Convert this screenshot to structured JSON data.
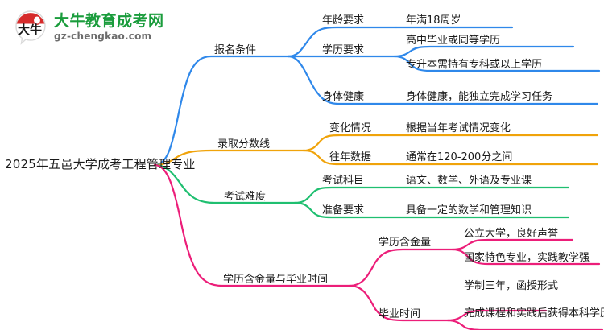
{
  "logo": {
    "mark_name": "daniu-logo-mark",
    "title": "大牛教育成考网",
    "subtitle": "gz-chengkao.com",
    "title_color": "#1a9c3c",
    "mark_color": "#d62b2b"
  },
  "mindmap": {
    "root": "2025年五邑大学成考工程管理专业",
    "colors": {
      "blue": "#2f88ea",
      "orange": "#f0a30a",
      "green": "#1fbf70",
      "pink": "#ec1e79"
    },
    "branches": [
      {
        "label": "报名条件",
        "color": "#2f88ea",
        "children": [
          {
            "label": "年龄要求",
            "leaves": [
              "年满18周岁"
            ]
          },
          {
            "label": "学历要求",
            "leaves": [
              "高中毕业或同等学历",
              "专升本需持有专科或以上学历"
            ]
          },
          {
            "label": "身体健康",
            "leaves": [
              "身体健康，能独立完成学习任务"
            ]
          }
        ]
      },
      {
        "label": "录取分数线",
        "color": "#f0a30a",
        "children": [
          {
            "label": "变化情况",
            "leaves": [
              "根据当年考试情况变化"
            ]
          },
          {
            "label": "往年数据",
            "leaves": [
              "通常在120-200分之间"
            ]
          }
        ]
      },
      {
        "label": "考试难度",
        "color": "#1fbf70",
        "children": [
          {
            "label": "考试科目",
            "leaves": [
              "语文、数学、外语及专业课"
            ]
          },
          {
            "label": "准备要求",
            "leaves": [
              "具备一定的数学和管理知识"
            ]
          }
        ]
      },
      {
        "label": "学历含金量与毕业时间",
        "color": "#ec1e79",
        "children": [
          {
            "label": "学历含金量",
            "leaves": [
              "公立大学，良好声誉",
              "国家特色专业，实践教学强"
            ]
          },
          {
            "label": "毕业时间",
            "leaves": [
              "学制三年，函授形式",
              "完成课程和实践后获得本科学历"
            ]
          }
        ]
      }
    ]
  },
  "labels": {
    "b0": "报名条件",
    "b0c0": "年龄要求",
    "b0c0l0": "年满18周岁",
    "b0c1": "学历要求",
    "b0c1l0": "高中毕业或同等学历",
    "b0c1l1": "专升本需持有专科或以上学历",
    "b0c2": "身体健康",
    "b0c2l0": "身体健康，能独立完成学习任务",
    "b1": "录取分数线",
    "b1c0": "变化情况",
    "b1c0l0": "根据当年考试情况变化",
    "b1c1": "往年数据",
    "b1c1l0": "通常在120-200分之间",
    "b2": "考试难度",
    "b2c0": "考试科目",
    "b2c0l0": "语文、数学、外语及专业课",
    "b2c1": "准备要求",
    "b2c1l0": "具备一定的数学和管理知识",
    "b3": "学历含金量与毕业时间",
    "b3c0": "学历含金量",
    "b3c0l0": "公立大学，良好声誉",
    "b3c0l1": "国家特色专业，实践教学强",
    "b3c1": "毕业时间",
    "b3c1l0": "学制三年，函授形式",
    "b3c1l1": "完成课程和实践后获得本科学历"
  }
}
